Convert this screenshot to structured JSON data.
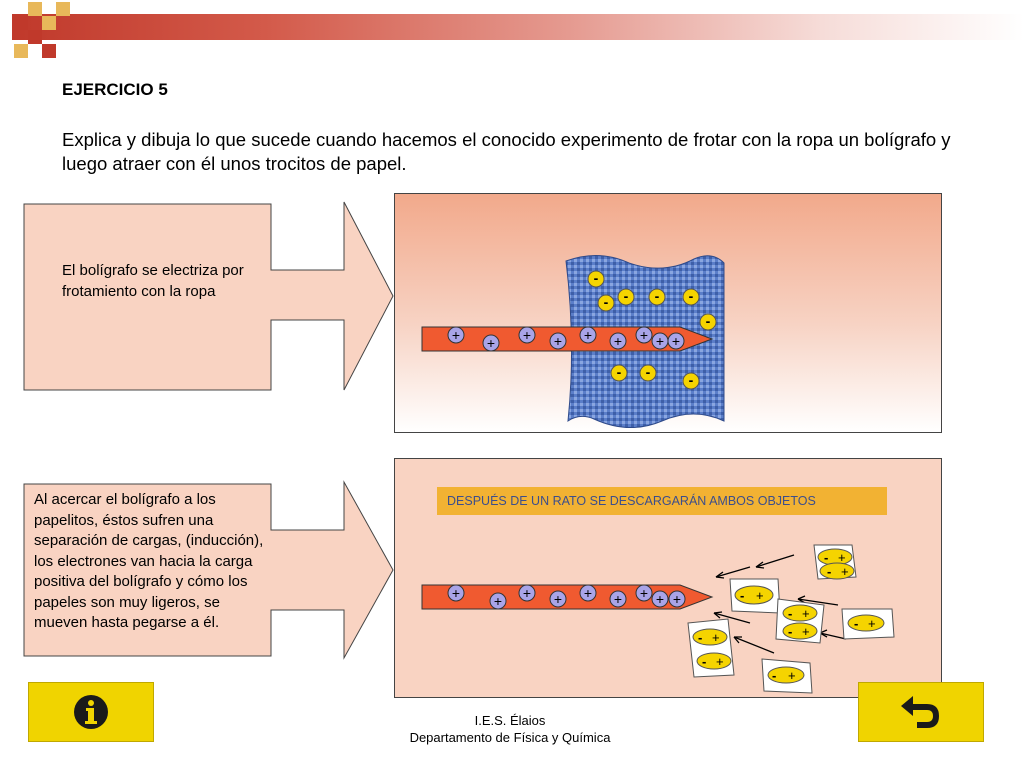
{
  "exercise_title": "EJERCICIO 5",
  "intro": "Explica  y dibuja lo que sucede cuando hacemos el conocido experimento de frotar con la ropa un bolígrafo y luego atraer con él unos trocitos de papel.",
  "step1_text": "El bolígrafo se electriza por frotamiento con la ropa",
  "step2_text": "Al acercar el bolígrafo a los papelitos, éstos sufren una separación de cargas, (inducción), los electrones van hacia la carga positiva del bolígrafo y cómo los papeles son muy ligeros, se mueven hasta pegarse a él.",
  "discharge_note": "DESPUÉS DE UN RATO SE DESCARGARÁN AMBOS OBJETOS",
  "footer": {
    "school": "I.E.S. Élaios",
    "department": "Departamento de Física y Química"
  },
  "symbols": {
    "plus": "+",
    "minus": "-"
  },
  "buttons": {
    "info_icon": "info-icon",
    "back_icon": "return-arrow-icon"
  },
  "colors": {
    "header_red": "#c0392b",
    "box_fill": "#f9d3c2",
    "pen": "#f05a30",
    "charge_yellow": "#f5d400",
    "proton": "#a9a4e8",
    "cloth": "#5b7ec9",
    "button_yellow": "#f0d400"
  }
}
